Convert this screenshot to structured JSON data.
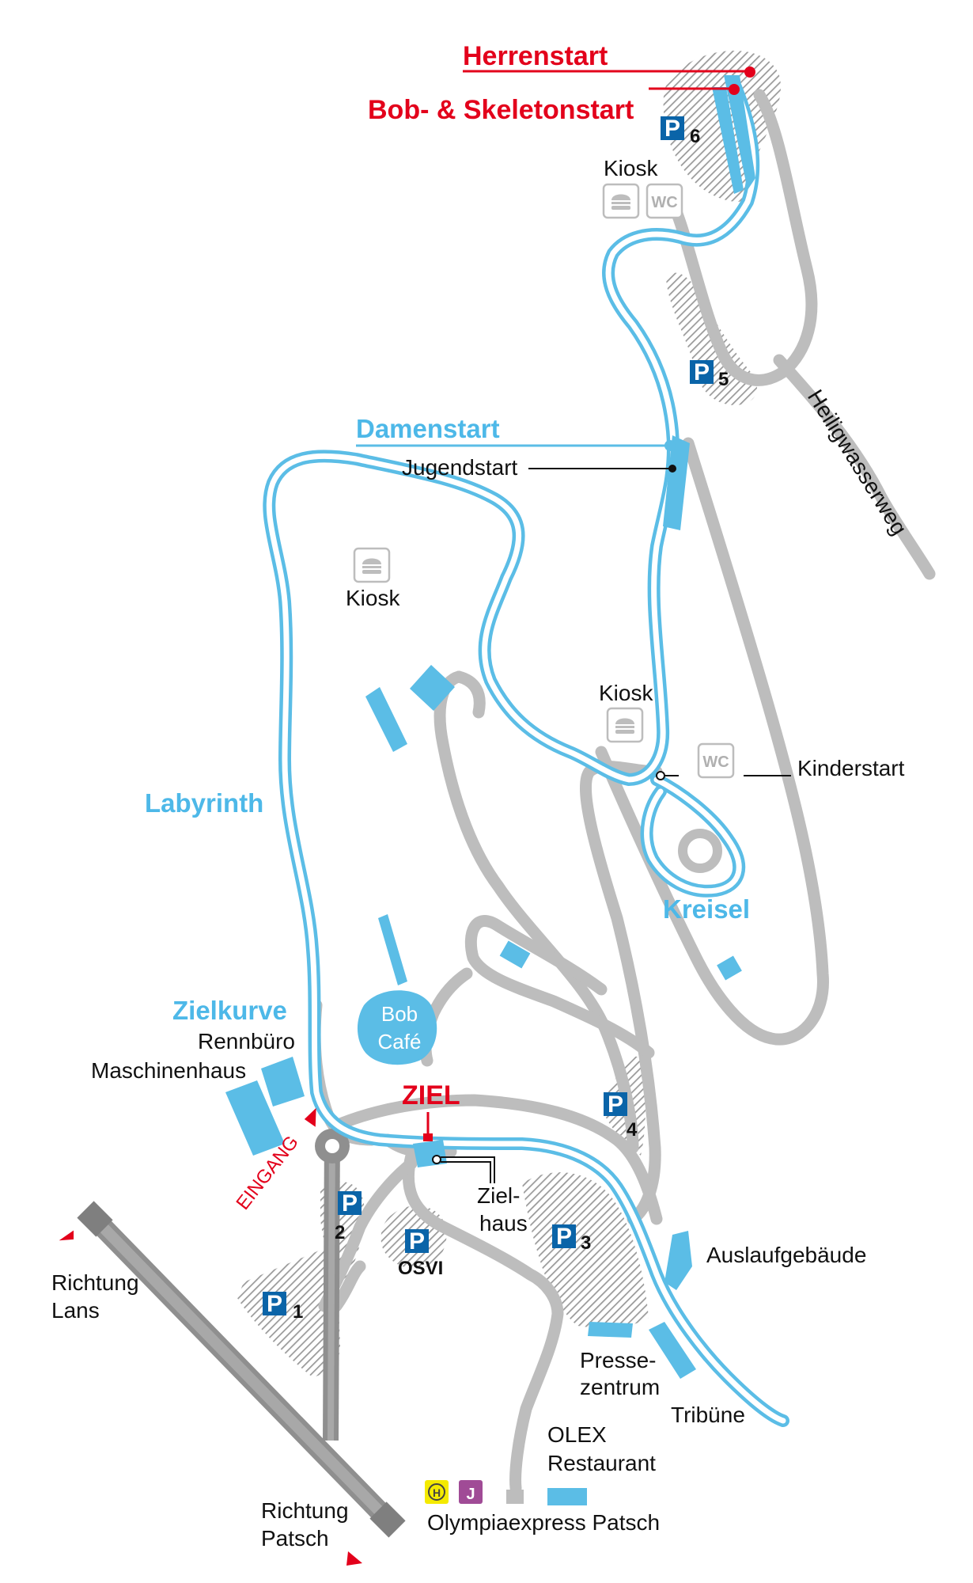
{
  "colors": {
    "track": "#5bbde6",
    "road": "#bdbdbd",
    "road_dark": "#8f8f8f",
    "parking": "#0a64a8",
    "start_red": "#e3001b",
    "hatch": "#9a9a9a",
    "bus": "#f4ea00",
    "rail": "#a04b96"
  },
  "starts": {
    "herren": "Herrenstart",
    "bob_skeleton": "Bob- & Skeletonstart",
    "damen": "Damenstart",
    "jugend": "Jugendstart",
    "kinder": "Kinderstart"
  },
  "sections": {
    "labyrinth": "Labyrinth",
    "kreisel": "Kreisel",
    "zielkurve": "Zielkurve",
    "ziel": "ZIEL"
  },
  "roads": {
    "heiligwasserweg": "Heiligwasserweg"
  },
  "entrance": "EINGANG",
  "buildings": {
    "kiosk_top": "Kiosk",
    "kiosk_mid": "Kiosk",
    "kiosk_right": "Kiosk",
    "rennbuero": "Rennbüro",
    "maschinenhaus": "Maschinenhaus",
    "bob_cafe_line1": "Bob",
    "bob_cafe_line2": "Café",
    "zielhaus_line1": "Ziel-",
    "zielhaus_line2": "haus",
    "auslaufgebaeude": "Auslaufgebäude",
    "pressezentrum_line1": "Presse-",
    "pressezentrum_line2": "zentrum",
    "tribuene": "Tribüne",
    "olex_line1": "OLEX",
    "olex_line2": "Restaurant",
    "olympiaexpress": "Olympiaexpress Patsch"
  },
  "parking": {
    "letter": "P",
    "p1": "1",
    "p2": "2",
    "p3": "3",
    "p4": "4",
    "p5": "5",
    "p6": "6",
    "osvi": "OSVI"
  },
  "facilities": {
    "wc": "WC",
    "bus_letter": "H",
    "rail_letter": "J",
    "icons": [
      "burger-icon",
      "wc-icon",
      "bus-stop-icon",
      "rail-icon",
      "parking-icon",
      "direction-arrow-icon"
    ]
  },
  "directions": {
    "lans_line1": "Richtung",
    "lans_line2": "Lans",
    "patsch_line1": "Richtung",
    "patsch_line2": "Patsch"
  }
}
